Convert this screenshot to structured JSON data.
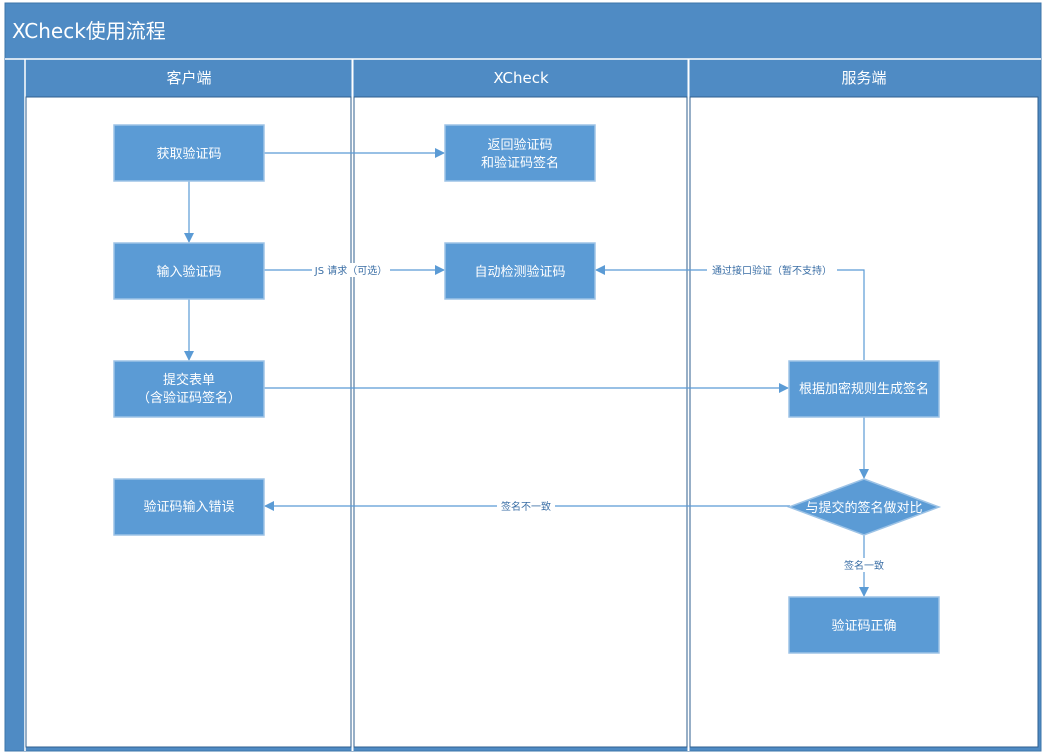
{
  "diagram": {
    "title": "XCheck使用流程",
    "lanes": {
      "client": "客户端",
      "xcheck": "XCheck",
      "server": "服务端"
    },
    "nodes": {
      "get_code": [
        "获取验证码"
      ],
      "return_code": [
        "返回验证码",
        "和验证码签名"
      ],
      "input_code": [
        "输入验证码"
      ],
      "auto_check": [
        "自动检测验证码"
      ],
      "submit_form": [
        "提交表单",
        "（含验证码签名）"
      ],
      "gen_sign": [
        "根据加密规则生成签名"
      ],
      "input_error": [
        "验证码输入错误"
      ],
      "compare": [
        "与提交的签名做对比"
      ],
      "code_ok": [
        "验证码正确"
      ]
    },
    "edges": {
      "js_request": "JS 请求（可选）",
      "api_verify": "通过接口验证（暂不支持）",
      "sign_mismatch": "签名不一致",
      "sign_match": "签名一致"
    }
  },
  "colors": {
    "frame": "#4f8bc4",
    "box_fill": "#5b9bd5",
    "box_stroke": "#9dc3e6",
    "arrow": "#5b9bd5",
    "edge_label": "#3a6ea5"
  }
}
